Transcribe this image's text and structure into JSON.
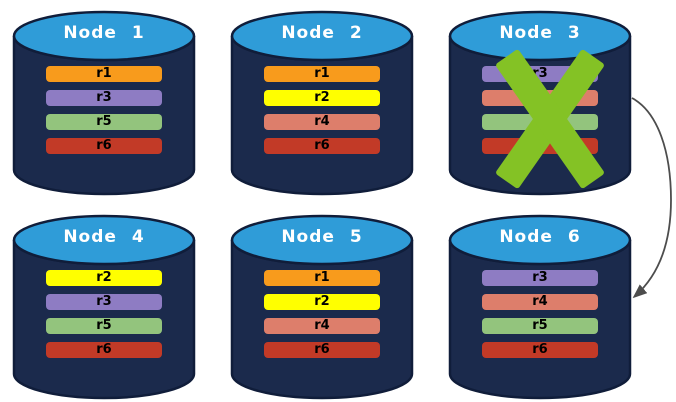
{
  "diagram": {
    "name": "replica-distribution-with-failed-node",
    "nodes": [
      {
        "id": "node-1",
        "title": "Node 1",
        "failed": false,
        "replicas": [
          "r1",
          "r3",
          "r5",
          "r6"
        ]
      },
      {
        "id": "node-2",
        "title": "Node 2",
        "failed": false,
        "replicas": [
          "r1",
          "r2",
          "r4",
          "r6"
        ]
      },
      {
        "id": "node-3",
        "title": "Node 3",
        "failed": true,
        "replicas": [
          "r3",
          "r4",
          "r5",
          "r6"
        ]
      },
      {
        "id": "node-4",
        "title": "Node 4",
        "failed": false,
        "replicas": [
          "r2",
          "r3",
          "r5",
          "r6"
        ]
      },
      {
        "id": "node-5",
        "title": "Node 5",
        "failed": false,
        "replicas": [
          "r1",
          "r2",
          "r4",
          "r6"
        ]
      },
      {
        "id": "node-6",
        "title": "Node 6",
        "failed": false,
        "replicas": [
          "r3",
          "r4",
          "r5",
          "r6"
        ]
      }
    ],
    "replica_colors": {
      "r1": "#F89B1C",
      "r2": "#FFFF00",
      "r3": "#8E7CC3",
      "r4": "#DD7E6B",
      "r5": "#93C47D",
      "r6": "#C23A27"
    },
    "palette": {
      "cylinder_body": "#1B2A4C",
      "cylinder_outline": "#101D3A",
      "cylinder_top": "#2F9CD8",
      "title_text": "#FFFFFF",
      "bar_text": "#000000",
      "failure_x": "#84C225",
      "arrow": "#4D4D4D"
    },
    "arrow": {
      "from": "node-3",
      "to": "node-6"
    }
  }
}
